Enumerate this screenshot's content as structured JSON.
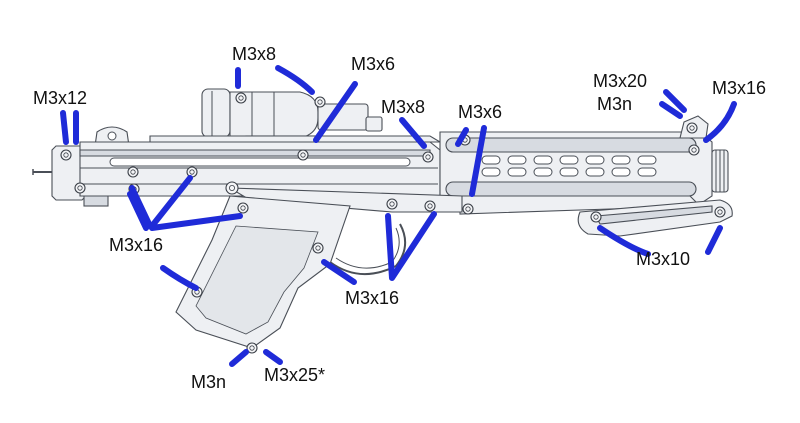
{
  "diagram": {
    "colors": {
      "annotation_stroke": "#1f2bd8",
      "label_text": "#111111",
      "part_fill": "#eef0f3",
      "part_outline": "#4a4f57"
    },
    "labels": {
      "m3x12": "M3x12",
      "m3x8_scope": "M3x8",
      "m3x6_scope": "M3x6",
      "m3x8_body": "M3x8",
      "m3x6_body": "M3x6",
      "m3x20": "M3x20",
      "m3n_front": "M3n",
      "m3x16_front": "M3x16",
      "m3x16_left": "M3x16",
      "m3x16_center": "M3x16",
      "m3x10": "M3x10",
      "m3n_grip": "M3n",
      "m3x25": "M3x25*"
    }
  }
}
